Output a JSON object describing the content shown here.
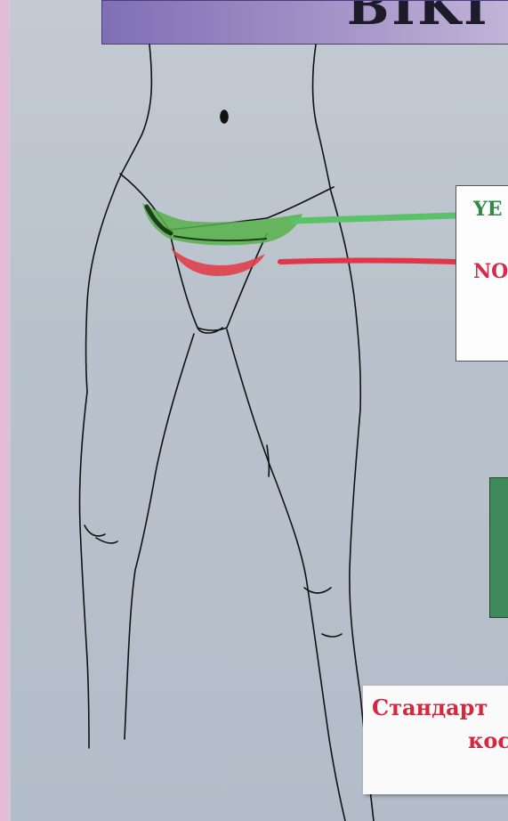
{
  "title": {
    "text": "BIKI"
  },
  "labels": {
    "yes": "YE",
    "no": "NO"
  },
  "caption": {
    "line1": "Стандарт",
    "line2": "кос"
  },
  "colors": {
    "yes_green": "#2e8a46",
    "no_red": "#d62b4b",
    "title_purple": "#8f7fbe",
    "panel_green": "#3f8a5a"
  }
}
